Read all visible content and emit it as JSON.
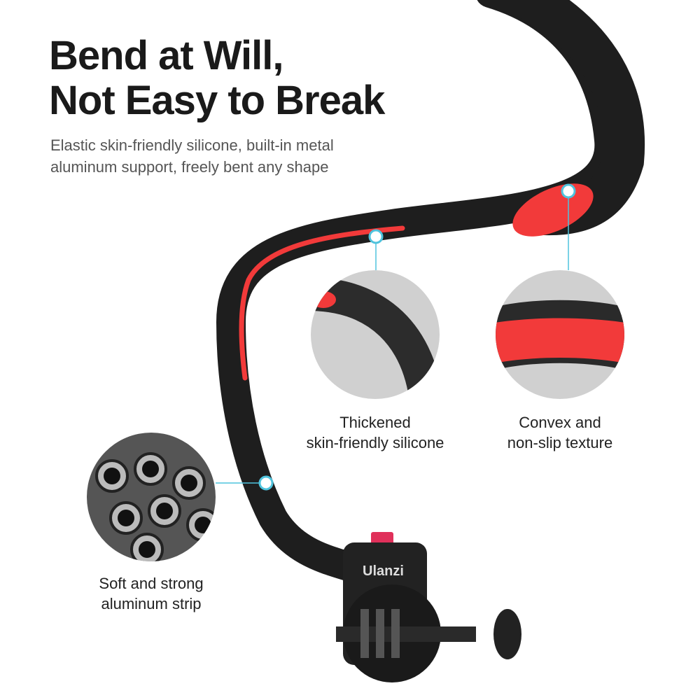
{
  "headline": {
    "line1": "Bend at Will,",
    "line2": "Not Easy to Break"
  },
  "subtitle": {
    "line1": "Elastic skin-friendly silicone, built-in metal",
    "line2": "aluminum support, freely bent any shape"
  },
  "callouts": [
    {
      "line1": "Thickened",
      "line2": "skin-friendly silicone"
    },
    {
      "line1": "Convex and",
      "line2": "non-slip texture"
    },
    {
      "line1": "Soft and strong",
      "line2": "aluminum strip"
    }
  ],
  "brand": "Ulanzi",
  "colors": {
    "accent_red": "#f23a3a",
    "band_black": "#1e1e1e",
    "callout_blue": "#4fc3dd",
    "detail_bg": "#d0d0d0"
  }
}
